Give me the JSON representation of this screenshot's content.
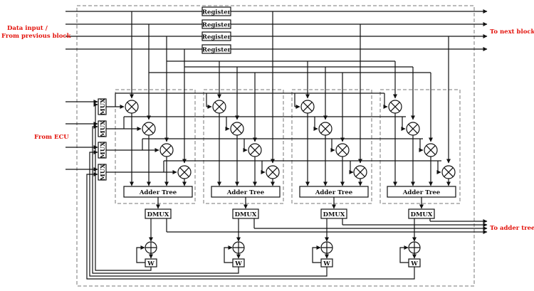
{
  "labels": {
    "data_input": [
      "Data input /",
      "From previous block"
    ],
    "to_next_block": "To next block",
    "from_ecu": "From ECU",
    "to_adder_tree": "To adder tree"
  },
  "blocks": {
    "register": "Register",
    "mux": "MUX",
    "adder_tree": "Adder Tree",
    "dmux": "DMUX",
    "w": "W"
  },
  "colors": {
    "line": "#111111",
    "dash": "#777777",
    "label_red": "#e3120b"
  }
}
